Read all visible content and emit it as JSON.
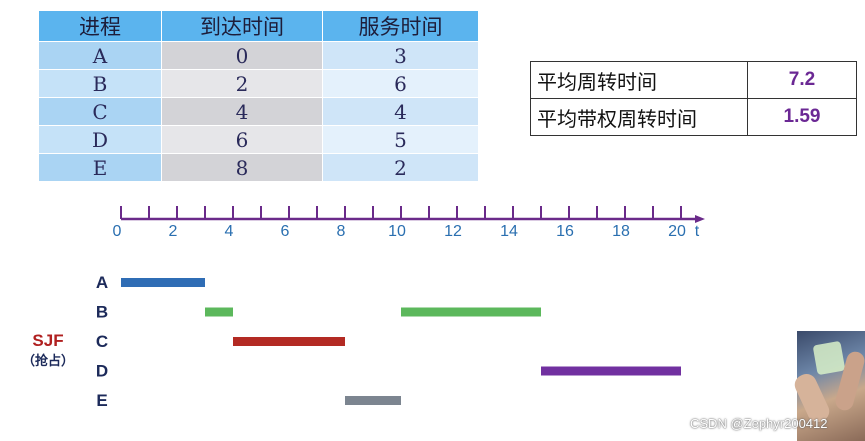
{
  "process_table": {
    "headers": [
      "进程",
      "到达时间",
      "服务时间"
    ],
    "rows": [
      {
        "name": "A",
        "arrival": "0",
        "service": "3"
      },
      {
        "name": "B",
        "arrival": "2",
        "service": "6"
      },
      {
        "name": "C",
        "arrival": "4",
        "service": "4"
      },
      {
        "name": "D",
        "arrival": "6",
        "service": "5"
      },
      {
        "name": "E",
        "arrival": "8",
        "service": "2"
      }
    ]
  },
  "stats": [
    {
      "label": "平均周转时间",
      "value": "7.2"
    },
    {
      "label": "平均带权周转时间",
      "value": "1.59"
    }
  ],
  "algorithm": {
    "name": "SJF",
    "mode": "（抢占）"
  },
  "chart_data": {
    "type": "gantt",
    "axis": {
      "min": 0,
      "max": 20,
      "minor_step": 1,
      "labels": [
        "0",
        "2",
        "4",
        "6",
        "8",
        "10",
        "12",
        "14",
        "16",
        "18",
        "20"
      ],
      "unit": "t"
    },
    "processes": [
      "A",
      "B",
      "C",
      "D",
      "E"
    ],
    "segments": [
      {
        "process": "A",
        "start": 0,
        "end": 3,
        "color": "#2f6db5"
      },
      {
        "process": "B",
        "start": 3,
        "end": 4,
        "color": "#5cb85c"
      },
      {
        "process": "B",
        "start": 10,
        "end": 15,
        "color": "#5cb85c"
      },
      {
        "process": "C",
        "start": 4,
        "end": 8,
        "color": "#b32a23"
      },
      {
        "process": "D",
        "start": 15,
        "end": 20,
        "color": "#7130a0"
      },
      {
        "process": "E",
        "start": 8,
        "end": 10,
        "color": "#7c8590"
      }
    ]
  },
  "colors": {
    "axis": "#6a2a8a",
    "tick_label": "#2a6fb0",
    "row_label": "#1c2a5a",
    "algo": "#b02020"
  },
  "watermark": "CSDN @Zephyr200412"
}
